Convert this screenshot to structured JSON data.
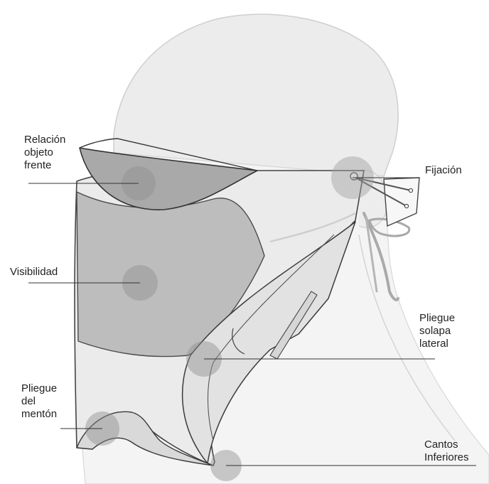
{
  "labels": {
    "relacion": [
      "Relación",
      "objeto",
      "frente"
    ],
    "visibilidad": "Visibilidad",
    "pliegue_menton": [
      "Pliegue",
      "del",
      "mentón"
    ],
    "fijacion": "Fijación",
    "pliegue_solapa": [
      "Pliegue",
      "solapa",
      "lateral"
    ],
    "cantos": [
      "Cantos",
      "Inferiores"
    ]
  }
}
